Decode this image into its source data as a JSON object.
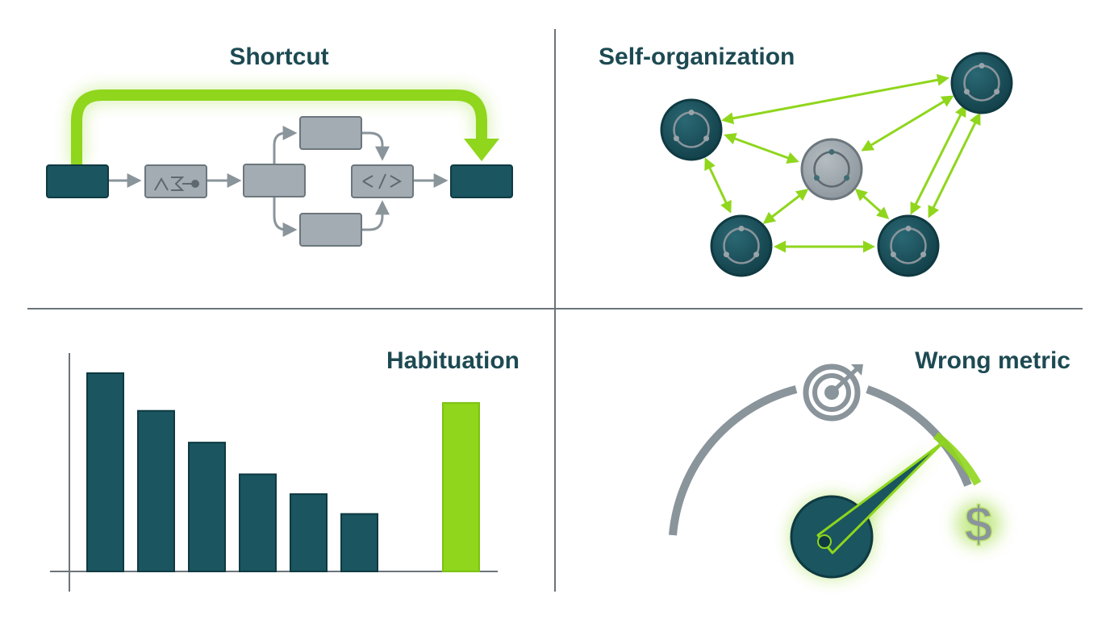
{
  "panels": {
    "shortcut": {
      "title": "Shortcut"
    },
    "self_organization": {
      "title": "Self-organization"
    },
    "habituation": {
      "title": "Habituation"
    },
    "wrong_metric": {
      "title": "Wrong metric",
      "currency_symbol": "$"
    }
  },
  "colors": {
    "dark_teal": "#1a5560",
    "teal_stroke": "#0f3a42",
    "accent_green": "#8fd61c",
    "gray": "#8a949b",
    "gray_dark": "#6c767d",
    "text": "#1d4a52",
    "divider": "#6b747a"
  },
  "chart_data": {
    "type": "bar",
    "values": [
      100,
      81,
      65,
      49,
      39,
      29,
      85
    ],
    "highlighted_index": 6,
    "ylim": [
      0,
      100
    ],
    "title": "Habituation",
    "xlabel": "",
    "ylabel": "",
    "grid": false
  },
  "icons": [
    "target-icon",
    "dollar-icon",
    "gauge-needle-icon",
    "node-icon"
  ]
}
